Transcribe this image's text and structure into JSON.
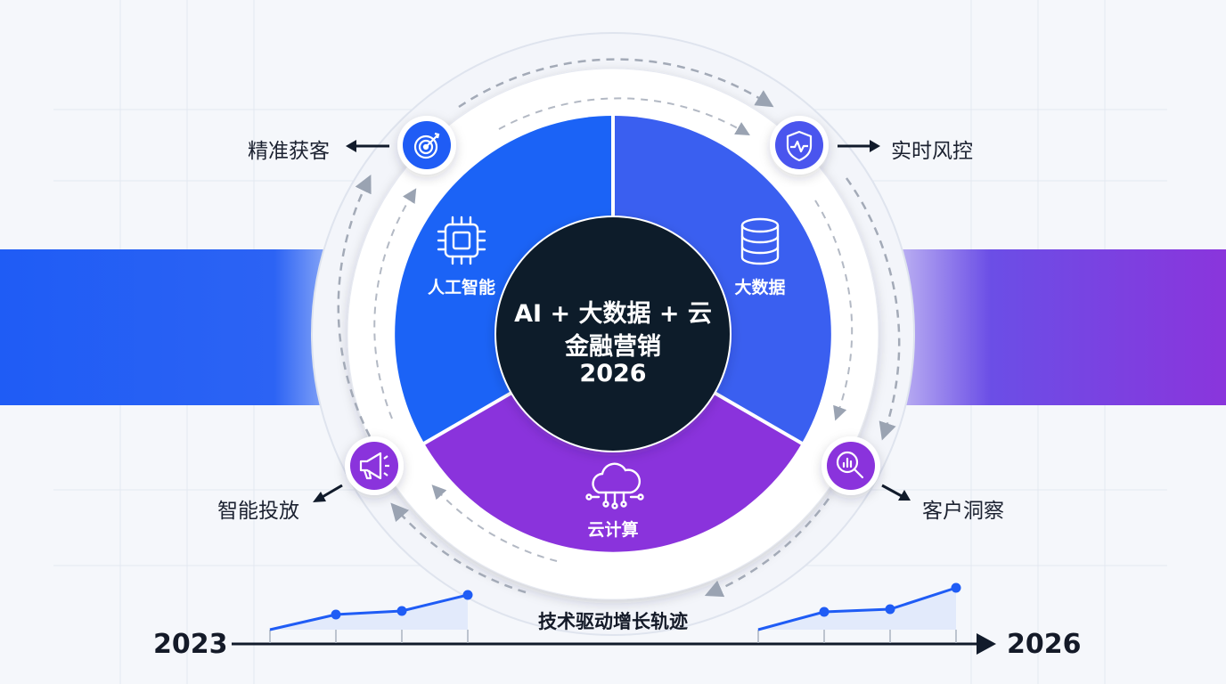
{
  "center": {
    "line1": "AI + 大数据 + 云",
    "line2": "金融营销",
    "line3": "2026"
  },
  "segments": [
    {
      "name": "ai",
      "label": "人工智能",
      "icon": "chip-icon",
      "color": "#1b63f6"
    },
    {
      "name": "bigdata",
      "label": "大数据",
      "icon": "database-icon",
      "color": "#3a5ff0"
    },
    {
      "name": "cloud",
      "label": "云计算",
      "icon": "cloud-network-icon",
      "color": "#8a33dc"
    }
  ],
  "outcomes": [
    {
      "name": "precise-acquisition",
      "label": "精准获客",
      "icon": "target-icon",
      "color": "#1f5cf5"
    },
    {
      "name": "realtime-risk",
      "label": "实时风控",
      "icon": "shield-icon",
      "color": "#4a55ee"
    },
    {
      "name": "smart-ad",
      "label": "智能投放",
      "icon": "megaphone-icon",
      "color": "#8a33dc"
    },
    {
      "name": "customer-insight",
      "label": "客户洞察",
      "icon": "magnifier-chart-icon",
      "color": "#8a33dc"
    }
  ],
  "timeline": {
    "start": "2023",
    "end": "2026",
    "title": "技术驱动增长轨迹"
  },
  "colors": {
    "blue": "#1f5cf5",
    "indigo": "#3a5ff0",
    "purple": "#8a33dc",
    "dark": "#111b2b"
  }
}
